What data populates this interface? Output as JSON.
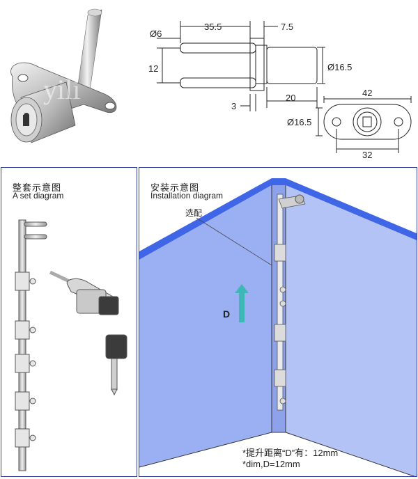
{
  "product": {
    "watermark": "yili"
  },
  "dimensions": {
    "pin_diameter": "Ø6",
    "pin_length": "35.5",
    "flange_thickness": "7.5",
    "pin_spacing": "12",
    "body_diameter_side": "Ø16.5",
    "body_length": "20",
    "flange_offset": "3",
    "flange_width": "42",
    "body_diameter_front": "Ø16.5",
    "hole_spacing": "32"
  },
  "set_panel": {
    "title_cn": "整套示意图",
    "title_en": "A set diagram"
  },
  "install_panel": {
    "title_cn": "安装示意图",
    "title_en": "Installation diagram",
    "optional_label": "选配",
    "lift_label": "D",
    "note_cn": "*提升距离“D”有：12mm",
    "note_en": "*dim,D=12mm"
  },
  "colors": {
    "cabinet_blue": "#9BB0F3",
    "cabinet_edge": "#3F66E6",
    "arrow": "#3FB7B7",
    "border": "#2E3FA0"
  }
}
